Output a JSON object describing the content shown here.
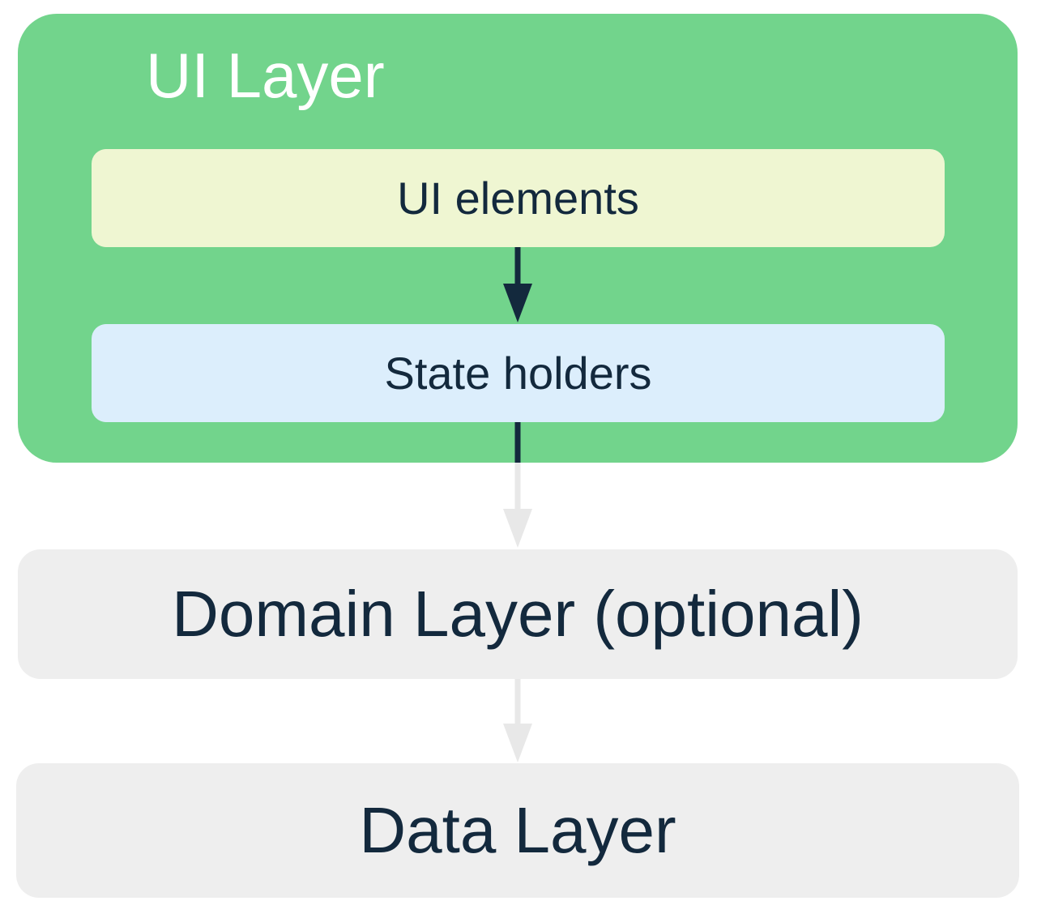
{
  "ui_layer": {
    "title": "UI Layer",
    "color": "#72D48C",
    "title_color": "#FFFFFF"
  },
  "ui_elements": {
    "label": "UI elements",
    "color": "#EFF6D2"
  },
  "state_holders": {
    "label": "State holders",
    "color": "#DCEEFC"
  },
  "domain_layer": {
    "label": "Domain Layer (optional)",
    "color": "#EEEEEE"
  },
  "data_layer": {
    "label": "Data Layer",
    "color": "#EEEEEE"
  },
  "colors": {
    "text": "#13293D",
    "arrow_dark": "#13293D",
    "arrow_light": "#E8E8E8"
  }
}
